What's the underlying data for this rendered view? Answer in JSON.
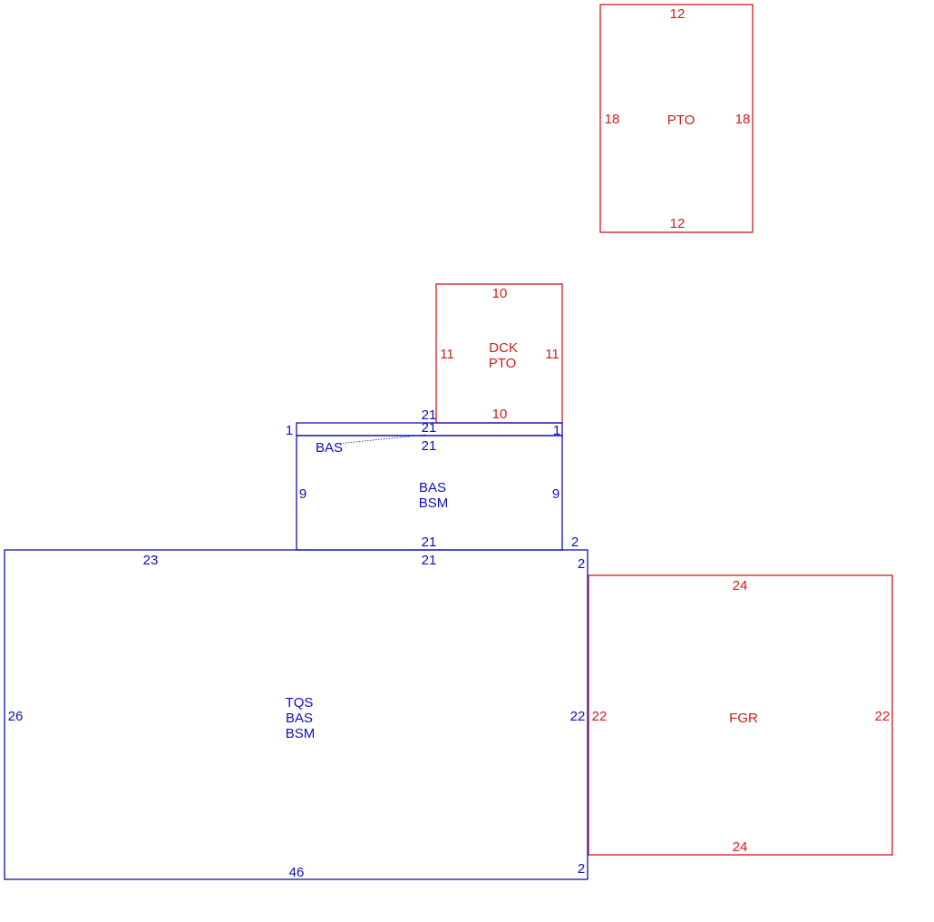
{
  "colors": {
    "living": "#1010b8",
    "other": "#d41a1a"
  },
  "pto_top": {
    "codes": [
      "PTO"
    ],
    "dims": {
      "top": "12",
      "bottom": "12",
      "left": "18",
      "right": "18"
    }
  },
  "deck": {
    "codes": [
      "DCK",
      "PTO"
    ],
    "dims": {
      "top": "10",
      "bottom": "10",
      "left": "11",
      "right": "11"
    }
  },
  "bas_strip": {
    "code": "BAS",
    "dims": {
      "top": "21",
      "inner": "21",
      "left": "1",
      "right": "1"
    }
  },
  "bas_bsm": {
    "codes": [
      "BAS",
      "BSM"
    ],
    "dims": {
      "top": "21",
      "bottom": "21",
      "left": "9",
      "right": "9"
    }
  },
  "main": {
    "codes": [
      "TQS",
      "BAS",
      "BSM"
    ],
    "dims": {
      "top_left": "23",
      "top_right": "21",
      "bottom": "46",
      "left": "26",
      "right": "22",
      "jog_top_outer": "2",
      "jog_top_inner": "2",
      "jog_bottom": "2"
    }
  },
  "garage": {
    "codes": [
      "FGR"
    ],
    "dims": {
      "top": "24",
      "bottom": "24",
      "left": "22",
      "right": "22"
    }
  }
}
